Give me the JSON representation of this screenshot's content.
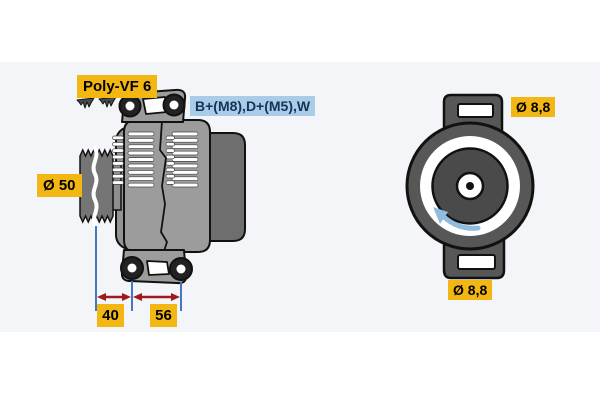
{
  "diagram": {
    "kind": "alternator-technical-drawing",
    "views": [
      "side-view",
      "end-view"
    ]
  },
  "side_view": {
    "labels": {
      "belt_type": "Poly-VF 6",
      "terminals": "B+(M8),D+(M5),W",
      "pulley_diameter": "Ø 50"
    },
    "dimensions": {
      "pulley_to_front_mount": "40",
      "mount_span": "56"
    },
    "icons": {
      "belt_profile": "poly-v-belt-profile-icon"
    }
  },
  "end_view": {
    "labels": {
      "top_mount_hole_diameter": "Ø 8,8",
      "bottom_mount_hole_diameter": "Ø 8,8"
    },
    "icons": {
      "rotation": "rotation-direction-arrow-icon"
    }
  },
  "colors": {
    "label_yellow": "#f2b713",
    "label_blue_bg": "#a9cce7",
    "label_blue_text": "#18325a",
    "panel_background": "#f3f5f8",
    "dimension_line_blue": "#4579bd",
    "dimension_arrow_red": "#9e1b1b",
    "rotation_arrow_blue": "#8fbcdf",
    "body_gray": "#9c9c9c",
    "rear_block_gray": "#6e6e6e",
    "end_view_gray": "#575757",
    "pulley_gray": "#757575"
  }
}
